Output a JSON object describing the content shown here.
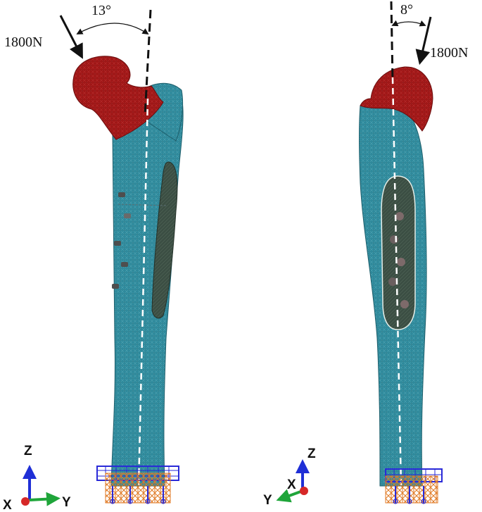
{
  "left_view": {
    "force_label": "1800N",
    "angle_label": "13°",
    "triad": {
      "vertical_axis": "Z",
      "horizontal_axis": "Y",
      "origin_axis": "X"
    }
  },
  "right_view": {
    "force_label": "1800N",
    "angle_label": "8°",
    "triad": {
      "vertical_axis": "Z",
      "horizontal_axis": "Y",
      "origin_axis": "X"
    }
  },
  "colors": {
    "femoral_head": "#a01717",
    "femur_shaft": "#2f8a9c",
    "fixation_plate": "#3c4f44",
    "screw": "#4e4e4e",
    "boundary_mesh_blue": "#2a2ad8",
    "boundary_mesh_orange": "#e07a24",
    "axis_z": "#1f2fd6",
    "axis_y": "#1fa53a",
    "axis_x": "#d62828",
    "dashed_line": "#111111",
    "centerline": "#ffffff"
  }
}
